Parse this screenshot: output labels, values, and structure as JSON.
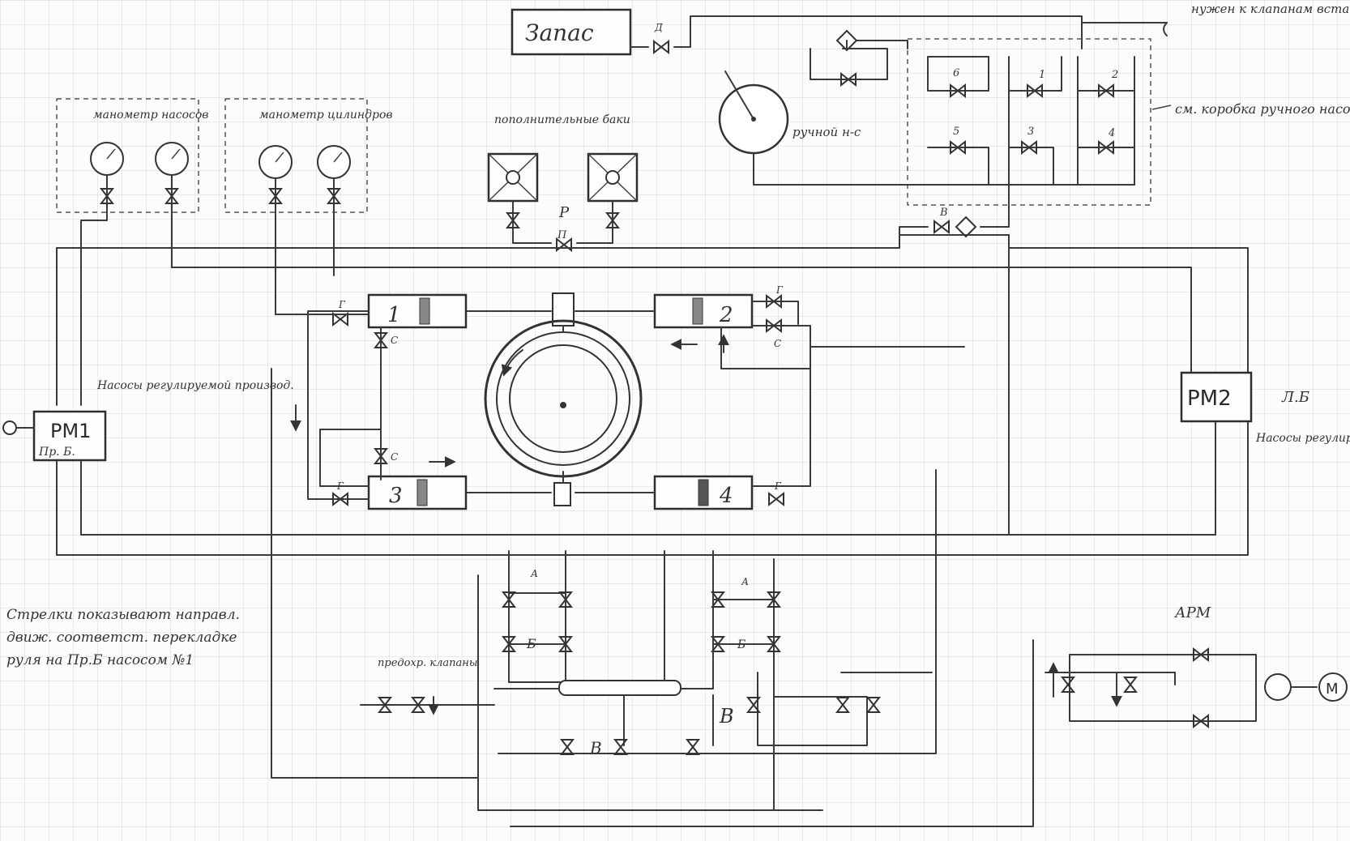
{
  "diagram": {
    "reserve_tank": "Запас",
    "reserve_valve": "Д",
    "top_right_note": "нужен к клапанам вставок Л.Б у клапана",
    "box_note": "см. коробка ручного насоса",
    "hand_pump": "ручной н-с",
    "pump_gauges": "манометр насосов",
    "cyl_gauges": "манометр цилиндров",
    "tanks": "пополнительные баки",
    "tank_valve_p": "Р",
    "tank_valve_n": "П",
    "box_valves": [
      "6",
      "1",
      "2",
      "5",
      "3",
      "4"
    ],
    "filter_valve": "В",
    "cylinders": [
      "1",
      "2",
      "3",
      "4"
    ],
    "valve_g": "Г",
    "valve_s": "С",
    "pump_left": "РМ1",
    "pump_left_sub": "Пр. Б.",
    "pump_left_note": "Насосы регулируемой производ.",
    "pump_right": "РМ2",
    "pump_right_side": "Л.Б",
    "pump_right_note": "Насосы регулир. производ.",
    "valve_a": "А",
    "valve_b": "Б",
    "valve_v": "В",
    "safety_valve": "предохр. клапаны",
    "apm": "АРМ",
    "motor": "М",
    "note_bottom_left": "Стрелки показывают направл. движ. соответст. перекладке руля на Пр.Б насосом №1"
  }
}
